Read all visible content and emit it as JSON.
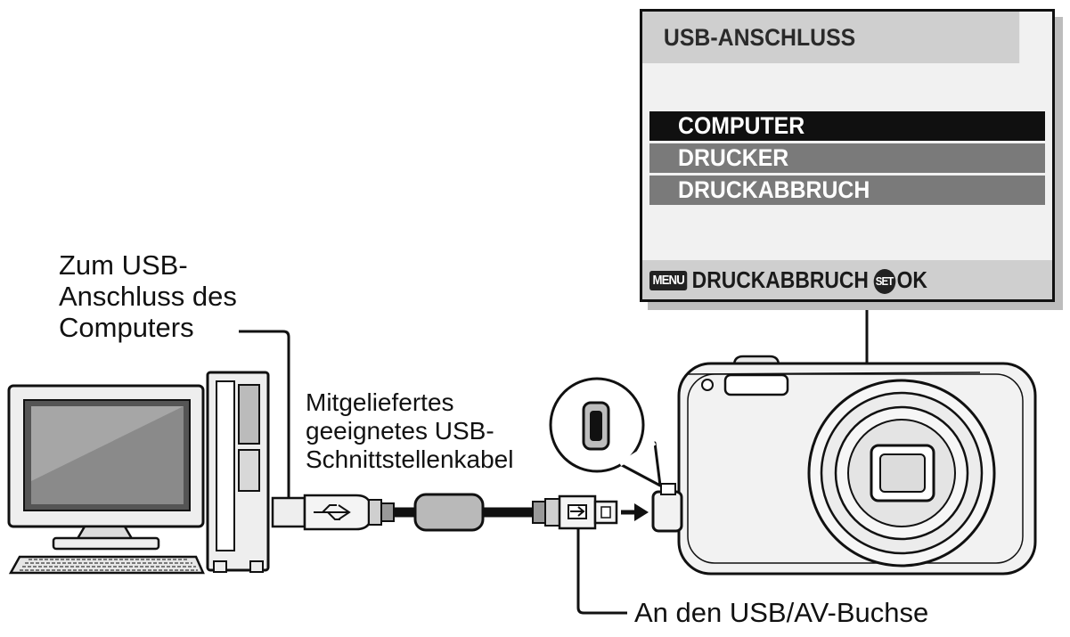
{
  "menu": {
    "title": "USB-ANSCHLUSS",
    "options": [
      "COMPUTER",
      "DRUCKER",
      "DRUCKABBRUCH"
    ],
    "selected_index": 0,
    "footer": {
      "menu_key": "MENU",
      "menu_action": "DRUCKABBRUCH",
      "set_key": "SET",
      "set_action": "OK"
    }
  },
  "labels": {
    "computer_port": [
      "Zum USB-",
      "Anschluss des",
      "Computers"
    ],
    "cable": [
      "Mitgeliefertes",
      "geeignetes USB-",
      "Schnittstellenkabel"
    ],
    "camera_port": "An den USB/AV-Buchse"
  },
  "colors": {
    "selected_row": "#101010",
    "unselected_row": "#7a7a7a",
    "panel_band": "#cfcfcf"
  }
}
